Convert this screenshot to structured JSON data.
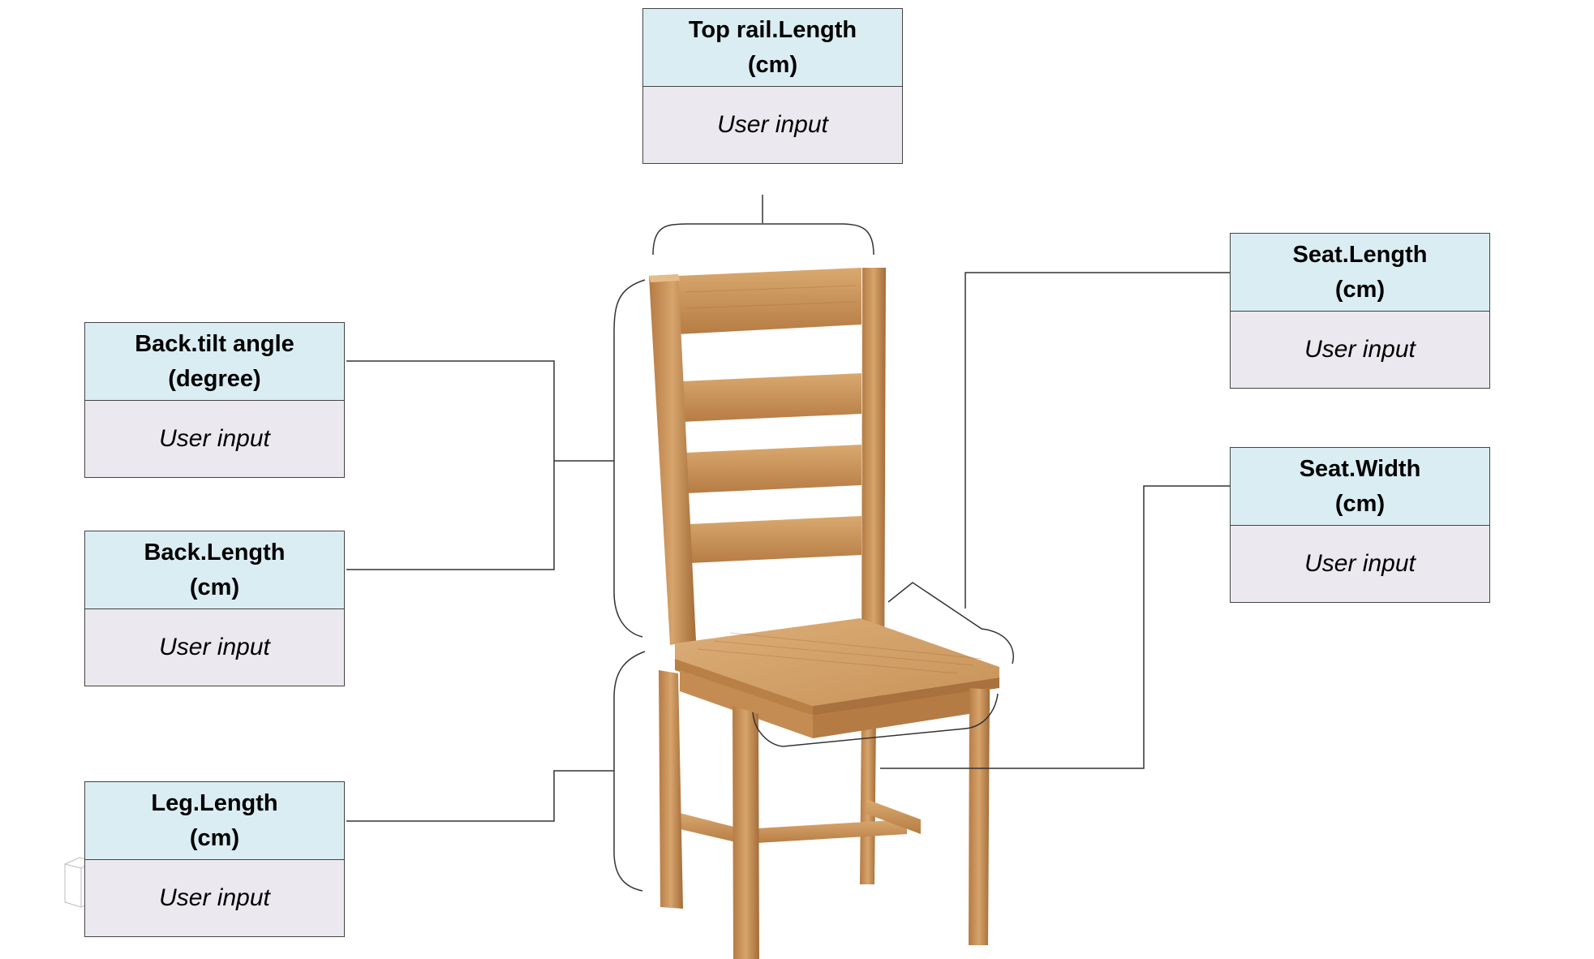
{
  "colors": {
    "header_fill": "#daedf3",
    "input_fill": "#ebe8ef",
    "border": "#444444",
    "connector": "#333333",
    "wood_light": "#d4a574",
    "wood_mid": "#c08a52",
    "wood_dark": "#9c6a38"
  },
  "image": {
    "subject": "ladder-back oak dining chair",
    "icon": "chair-icon"
  },
  "fields": {
    "top_rail": {
      "line1": "Top rail.Length",
      "line2": "(cm)",
      "input": "User input"
    },
    "back_tilt": {
      "line1": "Back.tilt angle",
      "line2": "(degree)",
      "input": "User input"
    },
    "back_length": {
      "line1": "Back.Length",
      "line2": "(cm)",
      "input": "User input"
    },
    "leg_length": {
      "line1": "Leg.Length",
      "line2": "(cm)",
      "input": "User input"
    },
    "seat_length": {
      "line1": "Seat.Length",
      "line2": "(cm)",
      "input": "User input"
    },
    "seat_width": {
      "line1": "Seat.Width",
      "line2": "(cm)",
      "input": "User input"
    }
  }
}
